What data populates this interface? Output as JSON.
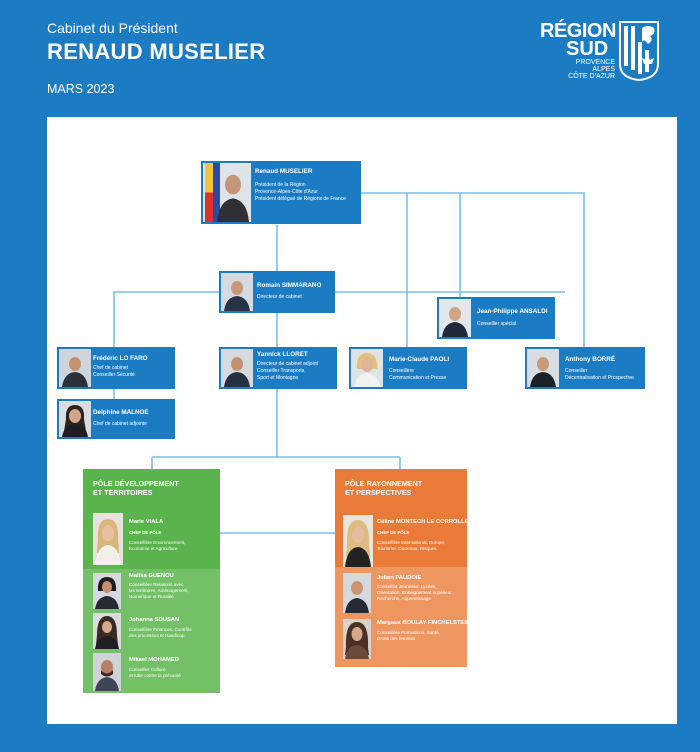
{
  "header": {
    "subtitle": "Cabinet du Président",
    "name": "RENAUD MUSELIER",
    "date": "MARS 2023"
  },
  "logo": {
    "line1": "RÉGION",
    "line2": "SUD",
    "small1": "PROVENCE",
    "small2": "ALPES",
    "small3": "CÔTE D'AZUR"
  },
  "colors": {
    "brand_blue": "#1b7cc4",
    "connector_blue": "#79c1ea",
    "pole_green": "#5ab34c",
    "pole_green_light": "#74c066",
    "pole_orange": "#ea7a37",
    "pole_orange_light": "#ee9660"
  },
  "people": {
    "president": {
      "name": "Renaud MUSELIER",
      "roles": [
        "Président de la Région",
        "Provence-Alpes-Côte d'Azur",
        "Président délégué de Régions de France"
      ]
    },
    "director": {
      "name": "Romain SIMMARANO",
      "roles": [
        "Directeur de cabinet"
      ]
    },
    "ansaldi": {
      "name": "Jean-Philippe ANSALDI",
      "roles": [
        "Conseiller spécial"
      ]
    },
    "lofaro": {
      "name": "Frédéric LO FARO",
      "roles": [
        "Chef de cabinet",
        "Conseiller Sécurité"
      ]
    },
    "lloret": {
      "name": "Yannick LLORET",
      "roles": [
        "Directeur de cabinet adjoint",
        "Conseiller Transports,",
        "Sport et Montagne"
      ]
    },
    "paoli": {
      "name": "Marie-Claude PAOLI",
      "roles": [
        "Conseillère",
        "Communication et Presse"
      ]
    },
    "borre": {
      "name": "Anthony BORRÉ",
      "roles": [
        "Conseiller",
        "Décentralisation et Prospective"
      ]
    },
    "malnoe": {
      "name": "Delphine MALNOE",
      "roles": [
        "Chef de cabinet adjointe"
      ]
    }
  },
  "poles": {
    "green": {
      "title_l1": "PÔLE DÉVELOPPEMENT",
      "title_l2": "ET TERRITOIRES",
      "members": [
        {
          "name": "Marie VIALA",
          "chef": "CHEF DE PÔLE",
          "roles": [
            "Conseillère Environnement,",
            "Économie et Agriculture"
          ]
        },
        {
          "name": "Malika GUENOU",
          "roles": [
            "Conseillère Relations avec",
            "les territoires, Aménagement,",
            "Numérique et Ruralité"
          ]
        },
        {
          "name": "Johanna SOUSAN",
          "roles": [
            "Conseillère Finances, Contrôle",
            "des processus et Handicap"
          ]
        },
        {
          "name": "Mikael MOHAMED",
          "roles": [
            "Conseiller Culture",
            "et lutte contre la précarité"
          ]
        }
      ]
    },
    "orange": {
      "title_l1": "PÔLE RAYONNEMENT",
      "title_l2": "ET PERSPECTIVES",
      "members": [
        {
          "name": "Céline MONTECH LE CORROLLER",
          "chef": "CHEF DE PÔLE",
          "roles": [
            "Conseillère International, Europe,",
            "Tourisme, Outremer, Risques"
          ]
        },
        {
          "name": "Julien PAUDOIE",
          "roles": [
            "Conseiller Jeunesse, Lycées,",
            "Orientation, Enseignement supérieur,",
            "Recherche, Apprentissage"
          ]
        },
        {
          "name": "Margaux  BOULAY FINCHELSTEIN",
          "roles": [
            "Conseillère Formations, Santé,",
            "Droits des femmes"
          ]
        }
      ]
    }
  }
}
